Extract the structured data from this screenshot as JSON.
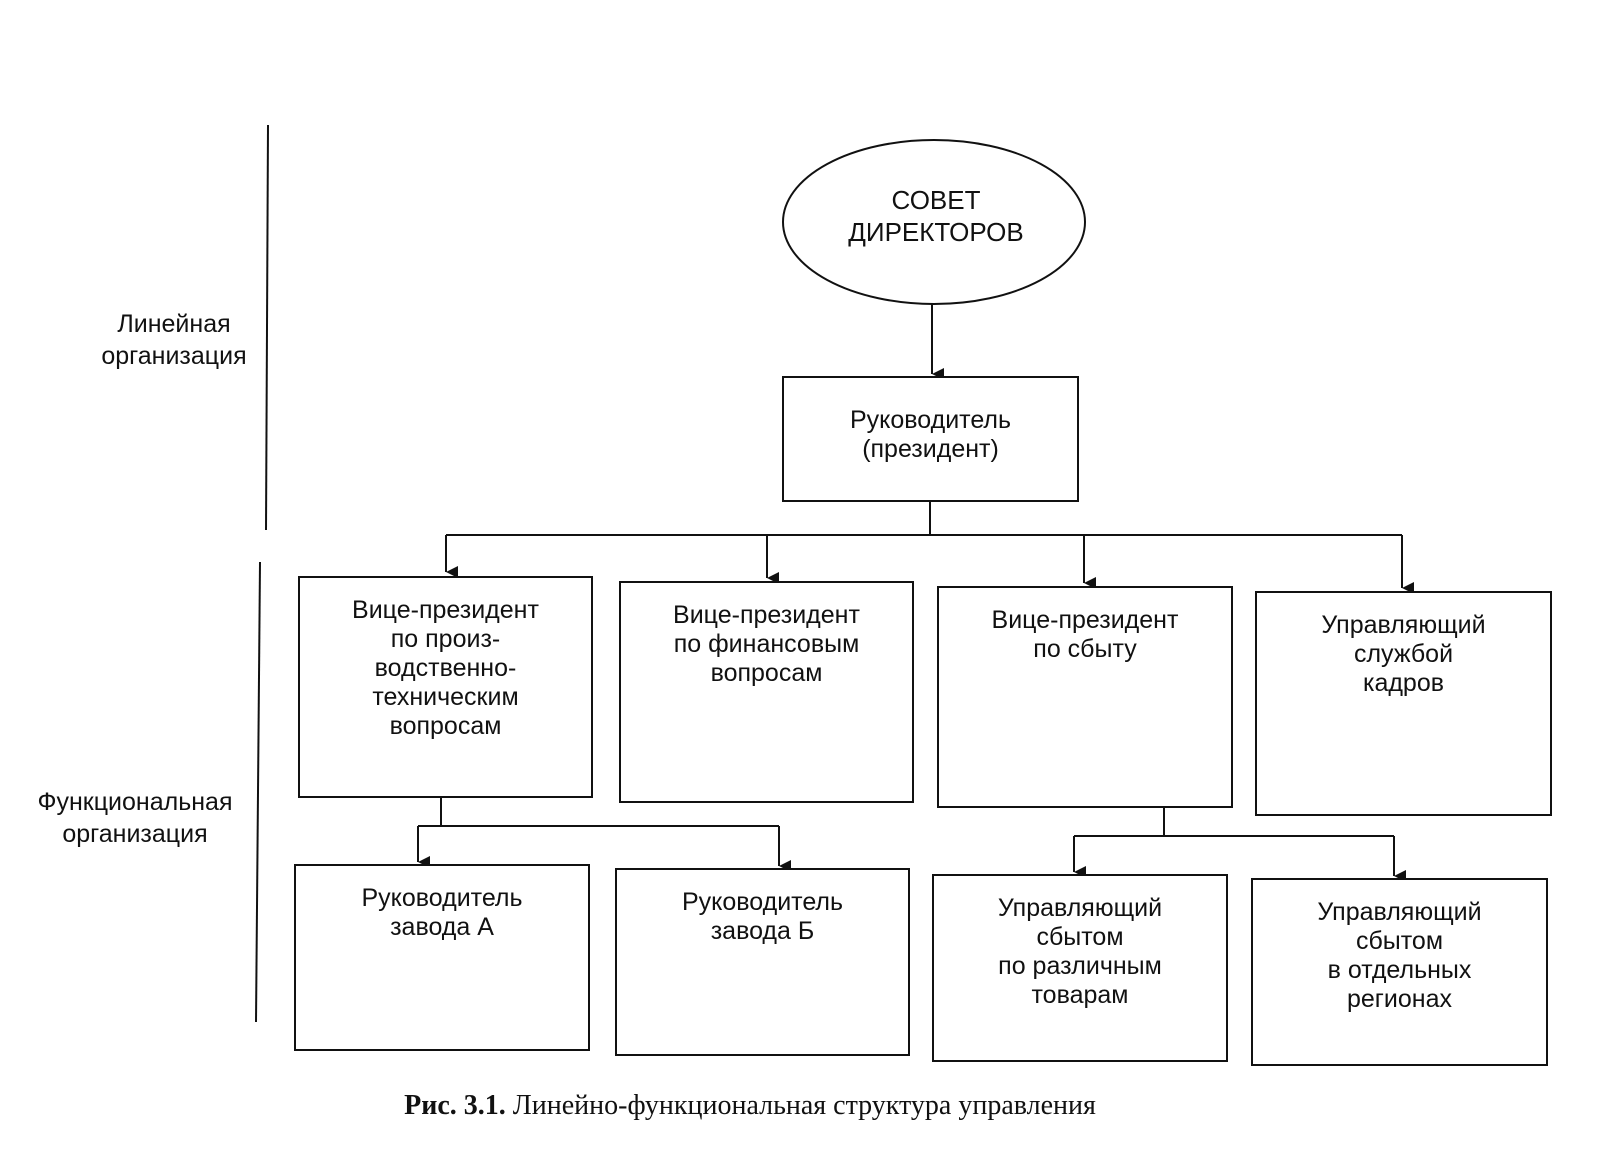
{
  "side_labels": {
    "linear": [
      "Линейная",
      "организация"
    ],
    "functional": [
      "Функциональная",
      "организация"
    ]
  },
  "board": {
    "lines": [
      "СОВЕТ",
      "ДИРЕКТОРОВ"
    ]
  },
  "president": {
    "lines": [
      "Руководитель",
      "(президент)"
    ]
  },
  "vice_presidents": [
    {
      "lines": [
        "Вице-президент",
        "по произ-",
        "водственно-",
        "техническим",
        "вопросам"
      ]
    },
    {
      "lines": [
        "Вице-президент",
        "по финансовым",
        "вопросам"
      ]
    },
    {
      "lines": [
        "Вице-президент",
        "по сбыту"
      ]
    },
    {
      "lines": [
        "Управляющий",
        "службой",
        "кадров"
      ]
    }
  ],
  "subordinates": [
    {
      "lines": [
        "Руководитель",
        "завода А"
      ]
    },
    {
      "lines": [
        "Руководитель",
        "завода Б"
      ]
    },
    {
      "lines": [
        "Управляющий",
        "сбытом",
        "по различным",
        "товарам"
      ]
    },
    {
      "lines": [
        "Управляющий",
        "сбытом",
        "в отдельных",
        "регионах"
      ]
    }
  ],
  "caption": {
    "number": "Рис. 3.1.",
    "text": "Линейно-функциональная структура управления"
  }
}
